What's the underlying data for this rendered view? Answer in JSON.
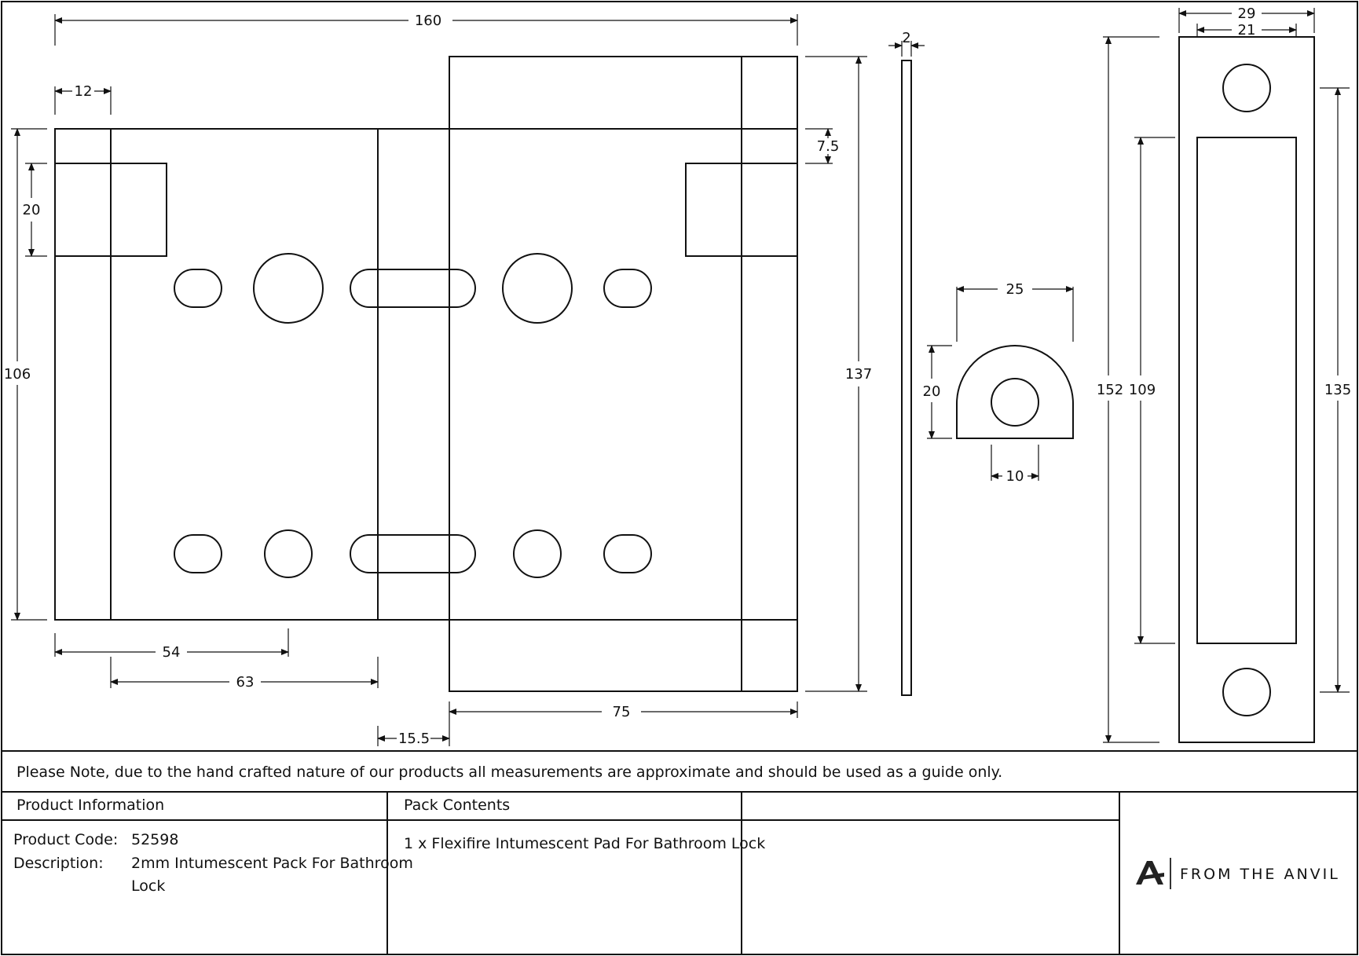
{
  "drawing": {
    "dimensions": {
      "overall_width": "160",
      "edge_strip": "12",
      "cutout_height": "20",
      "pack_height": "106",
      "offset_54": "54",
      "offset_63": "63",
      "offset_15_5": "15.5",
      "plate_width": "75",
      "top_inset": "7.5",
      "plate_height": "137",
      "thickness": "2",
      "pad_width": "25",
      "pad_height": "20",
      "pad_hole": "10",
      "strip_outer_width": "29",
      "strip_inner_width": "21",
      "strip_height": "152",
      "slot_length": "109",
      "hole_centres": "135"
    }
  },
  "note": "Please Note, due to the hand crafted nature of our products all measurements are approximate and should be used as a guide only.",
  "product_info": {
    "heading": "Product Information",
    "code_label": "Product Code:",
    "code_value": "52598",
    "desc_label": "Description:",
    "desc_line1": "2mm Intumescent Pack For Bathroom",
    "desc_line2": "Lock"
  },
  "pack_contents": {
    "heading": "Pack Contents",
    "item": "1 x Flexifire Intumescent Pad For Bathroom Lock"
  },
  "brand": {
    "name": "FROM THE ANVIL"
  }
}
